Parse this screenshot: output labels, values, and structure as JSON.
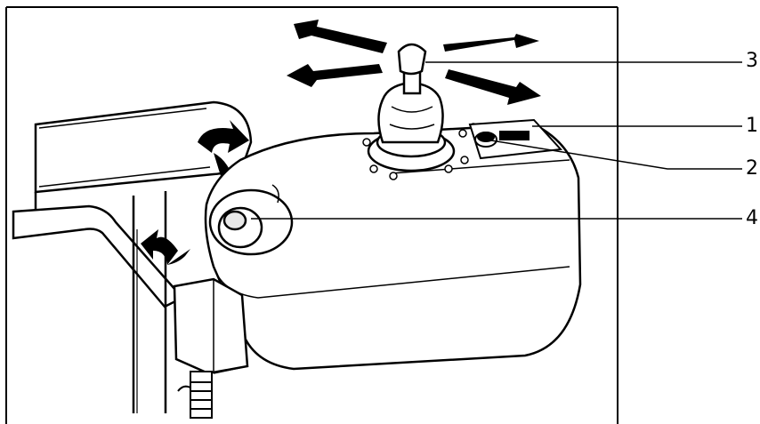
{
  "diagram": {
    "callouts": [
      {
        "id": "c3",
        "label": "3"
      },
      {
        "id": "c1",
        "label": "1"
      },
      {
        "id": "c2",
        "label": "2"
      },
      {
        "id": "c4",
        "label": "4"
      }
    ],
    "colors": {
      "ink": "#000000",
      "paper": "#ffffff",
      "shade": "#e8e8e8"
    }
  }
}
